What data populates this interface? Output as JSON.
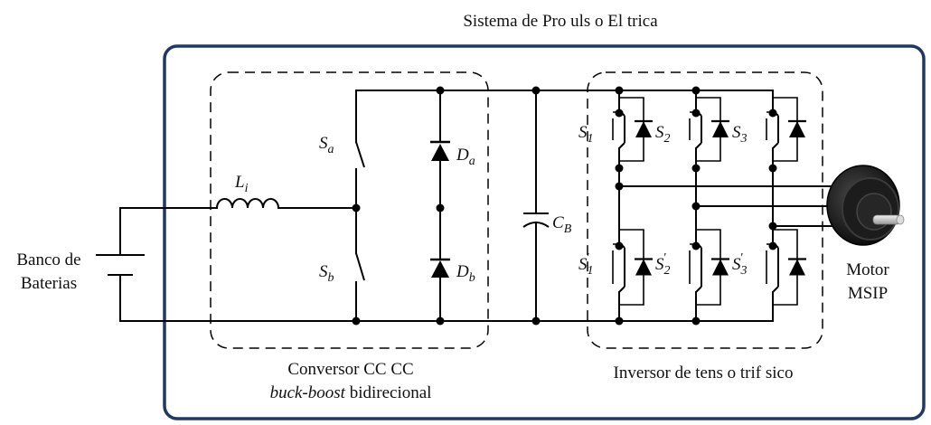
{
  "title": "Sistema de Pro uls o El trica",
  "battery_label_line1": "Banco de",
  "battery_label_line2": "Baterias",
  "inductor": {
    "main": "L",
    "sub": "i"
  },
  "switch_a": {
    "main": "S",
    "sub": "a"
  },
  "switch_b": {
    "main": "S",
    "sub": "b"
  },
  "diode_a": {
    "main": "D",
    "sub": "a"
  },
  "diode_b": {
    "main": "D",
    "sub": "b"
  },
  "capacitor": {
    "main": "C",
    "sub": "B"
  },
  "inverter_switches": [
    {
      "main": "S",
      "sub": "1",
      "prime": ""
    },
    {
      "main": "S",
      "sub": "2",
      "prime": ""
    },
    {
      "main": "S",
      "sub": "3",
      "prime": ""
    },
    {
      "main": "S",
      "sub": "1",
      "prime": "'"
    },
    {
      "main": "S",
      "sub": "2",
      "prime": "'"
    },
    {
      "main": "S",
      "sub": "3",
      "prime": "'"
    }
  ],
  "converter_label_line1": "Conversor CC CC",
  "converter_label_line2_italic": "buck-boost",
  "converter_label_line2_rest": " bidirecional",
  "inverter_label": "Inversor de tens o trif sico",
  "motor_label_line1": "Motor",
  "motor_label_line2": "MSIP",
  "colors": {
    "frame": "#1f3864",
    "wire": "#000000",
    "motor": "#1a1a1a"
  }
}
